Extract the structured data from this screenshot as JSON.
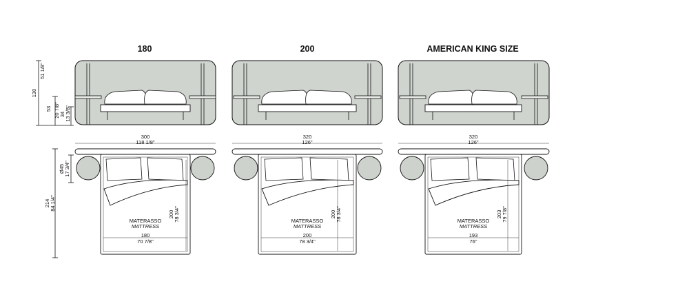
{
  "variants": [
    {
      "title": "180",
      "front_width": "300",
      "front_width_in": "118 1/8\"",
      "mattress_label": "MATERASSO",
      "mattress_label_en": "MATTRESS",
      "mattress_width": "180",
      "mattress_width_in": "70 7/8\"",
      "mattress_length": "200",
      "mattress_length_in": "78 3/4\""
    },
    {
      "title": "200",
      "front_width": "320",
      "front_width_in": "126\"",
      "mattress_label": "MATERASSO",
      "mattress_label_en": "MATTRESS",
      "mattress_width": "200",
      "mattress_width_in": "78 3/4\"",
      "mattress_length": "200",
      "mattress_length_in": "78 3/4\""
    },
    {
      "title": "AMERICAN KING SIZE",
      "front_width": "320",
      "front_width_in": "126\"",
      "mattress_label": "MATERASSO",
      "mattress_label_en": "MATTRESS",
      "mattress_width": "193",
      "mattress_width_in": "76\"",
      "mattress_length": "203",
      "mattress_length_in": "79 7/8\""
    }
  ],
  "side_dims": {
    "height_total": "130",
    "height_total_in": "51 1/8\"",
    "shelf_height": "53",
    "shelf_height_in": "20 7/8\"",
    "bed_height": "34",
    "bed_height_in": "13 3/8\"",
    "table_diameter": "Ø45",
    "table_diameter_in": "17 3/4\"",
    "depth_total": "214",
    "depth_total_in": "84 1/4\""
  }
}
